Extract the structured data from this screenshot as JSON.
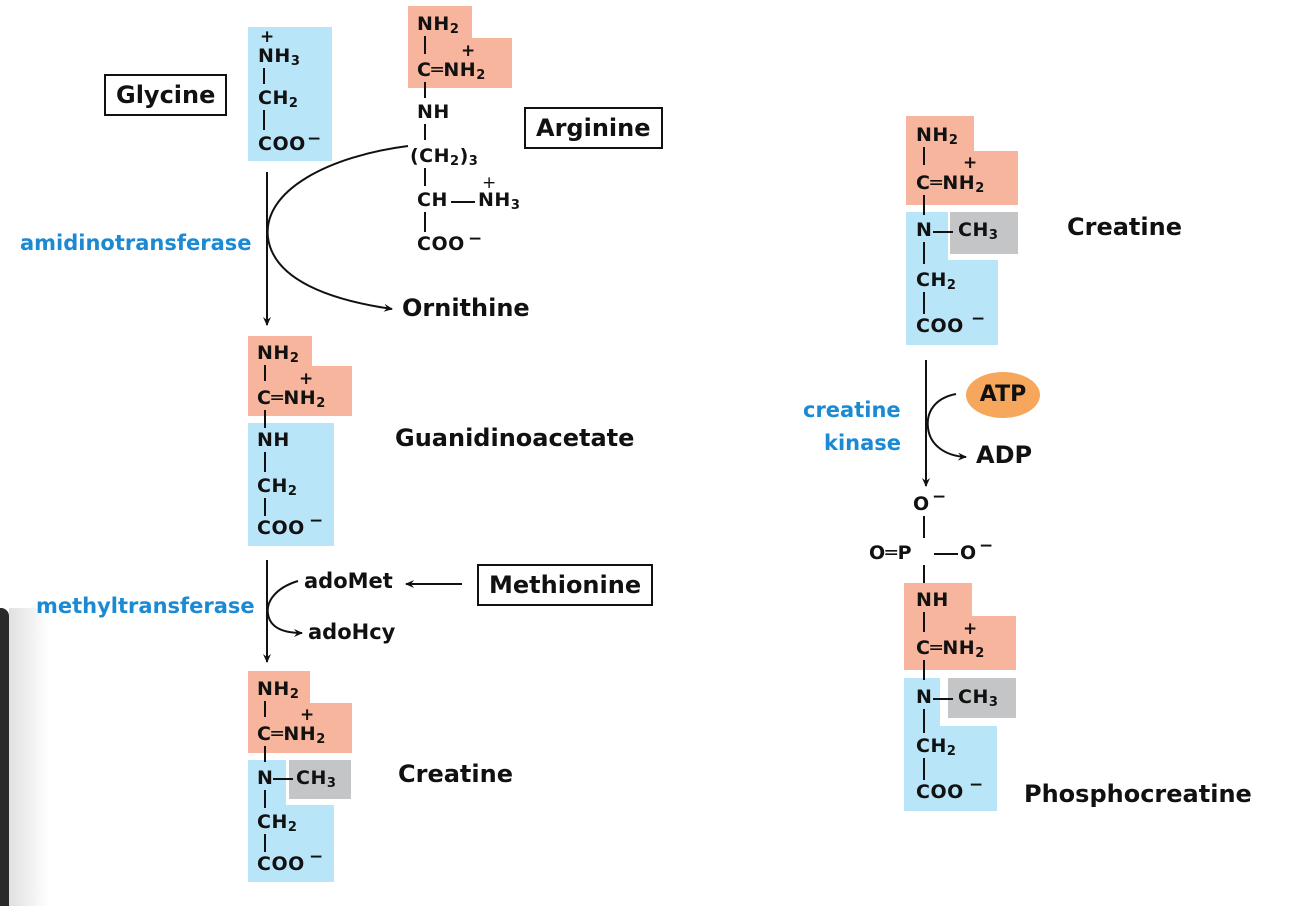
{
  "colors": {
    "glycine_moiety": "#b9e5f8",
    "amidino_moiety": "#f6b59c",
    "methyl_group": "#c4c5c7",
    "atp_fill": "#f6a75c",
    "enzyme_text": "#1b8ad3"
  },
  "glycine": {
    "label": "Glycine",
    "atoms": {
      "nh3": "NH",
      "nh3_sub": "3",
      "plus": "+",
      "ch2": "CH",
      "ch2_sub": "2",
      "coo": "COO",
      "minus": "−"
    }
  },
  "arginine": {
    "label": "Arginine",
    "atoms": {
      "nh2_top": "NH",
      "nh2_top_sub": "2",
      "c_eq": "C═NH",
      "c_eq_sub": "2",
      "plus": "+",
      "nh": "NH",
      "ch2_3": "(CH",
      "ch2_3_sub": "2",
      "ch2_3_close": ")",
      "ch2_3_sub2": "3",
      "ch": "CH",
      "nh3": "NH",
      "nh3_sub": "3",
      "nh3_plus": "+",
      "coo": "COO",
      "minus": "−"
    }
  },
  "step1": {
    "enzyme": "amidinotransferase",
    "byproduct": "Ornithine"
  },
  "guanidinoacetate": {
    "label": "Guanidinoacetate",
    "atoms": {
      "nh2": "NH",
      "nh2_sub": "2",
      "c_eq": "C═NH",
      "c_eq_sub": "2",
      "plus": "+",
      "nh": "NH",
      "ch2": "CH",
      "ch2_sub": "2",
      "coo": "COO",
      "minus": "−"
    }
  },
  "step2": {
    "enzyme": "methyltransferase",
    "cosubstrate": "adoMet",
    "coproduct": "adoHcy",
    "source": "Methionine"
  },
  "creatine_left": {
    "label": "Creatine",
    "atoms": {
      "nh2": "NH",
      "nh2_sub": "2",
      "c_eq": "C═NH",
      "c_eq_sub": "2",
      "plus": "+",
      "n": "N",
      "ch3": "CH",
      "ch3_sub": "3",
      "ch2": "CH",
      "ch2_sub": "2",
      "coo": "COO",
      "minus": "−"
    }
  },
  "creatine_right": {
    "label": "Creatine",
    "atoms": {
      "nh2": "NH",
      "nh2_sub": "2",
      "c_eq": "C═NH",
      "c_eq_sub": "2",
      "plus": "+",
      "n": "N",
      "ch3": "CH",
      "ch3_sub": "3",
      "ch2": "CH",
      "ch2_sub": "2",
      "coo": "COO",
      "minus": "−"
    }
  },
  "step3": {
    "enzyme_line1": "creatine",
    "enzyme_line2": "kinase",
    "cosubstrate": "ATP",
    "coproduct": "ADP"
  },
  "phosphocreatine": {
    "label": "Phosphocreatine",
    "atoms": {
      "o_top": "O",
      "o_top_minus": "−",
      "o_left": "O═P",
      "o_right": "O",
      "o_right_minus": "−",
      "nh": "NH",
      "c_eq": "C═NH",
      "c_eq_sub": "2",
      "plus": "+",
      "n": "N",
      "ch3": "CH",
      "ch3_sub": "3",
      "ch2": "CH",
      "ch2_sub": "2",
      "coo": "COO",
      "minus": "−"
    }
  }
}
